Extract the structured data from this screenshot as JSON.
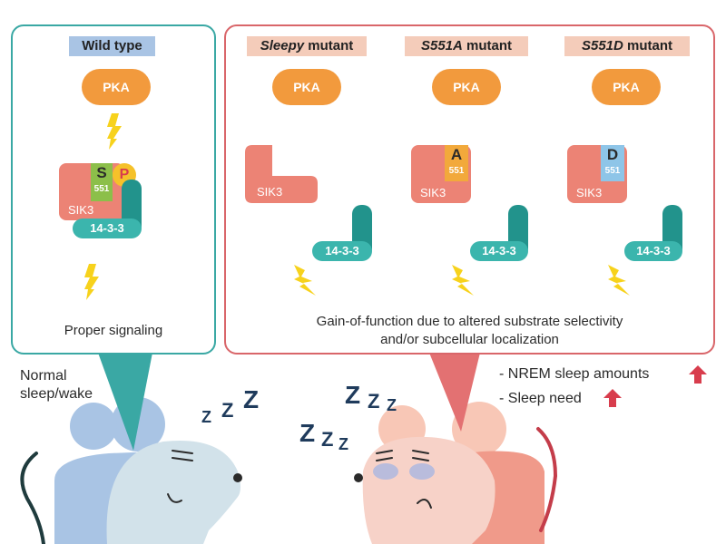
{
  "wild_type": {
    "title": "Wild type",
    "pka": "PKA",
    "site_letter": "S",
    "site_number": "551",
    "phospho": "P",
    "sik3": "SIK3",
    "partner": "14-3-3",
    "caption": "Proper signaling"
  },
  "mutants": [
    {
      "title_italic": "Sleepy",
      "title_rest": " mutant",
      "pka": "PKA",
      "sik3": "SIK3",
      "partner": "14-3-3",
      "site_letter": "",
      "site_number": ""
    },
    {
      "title_italic": "S551A",
      "title_rest": " mutant",
      "pka": "PKA",
      "sik3": "SIK3",
      "partner": "14-3-3",
      "site_letter": "A",
      "site_number": "551"
    },
    {
      "title_italic": "S551D",
      "title_rest": " mutant",
      "pka": "PKA",
      "sik3": "SIK3",
      "partner": "14-3-3",
      "site_letter": "D",
      "site_number": "551"
    }
  ],
  "mutant_caption_line1": "Gain-of-function due to altered substrate selectivity",
  "mutant_caption_line2": "and/or subcellular localization",
  "left_label_line1": "Normal",
  "left_label_line2": "sleep/wake",
  "right_items": [
    "- NREM sleep amounts",
    "- Sleep need"
  ],
  "zzz_left": [
    "Z",
    "Z",
    "Z"
  ],
  "zzz_right": [
    "Z",
    "Z",
    "Z",
    "Z",
    "Z",
    "Z"
  ],
  "colors": {
    "teal_border": "#3aa8a4",
    "red_border": "#d9666a",
    "pka": "#f29a3d",
    "sik3": "#ec8375",
    "partner": "#3bb5ad",
    "serine": "#8cbf4a",
    "alanine": "#f2a93b",
    "aspartate": "#8ec5e8",
    "phospho": "#f5c12a",
    "up_arrow": "#d83d4d",
    "mouse_blue": "#a9c4e4",
    "mouse_pink": "#f4c2b5"
  }
}
